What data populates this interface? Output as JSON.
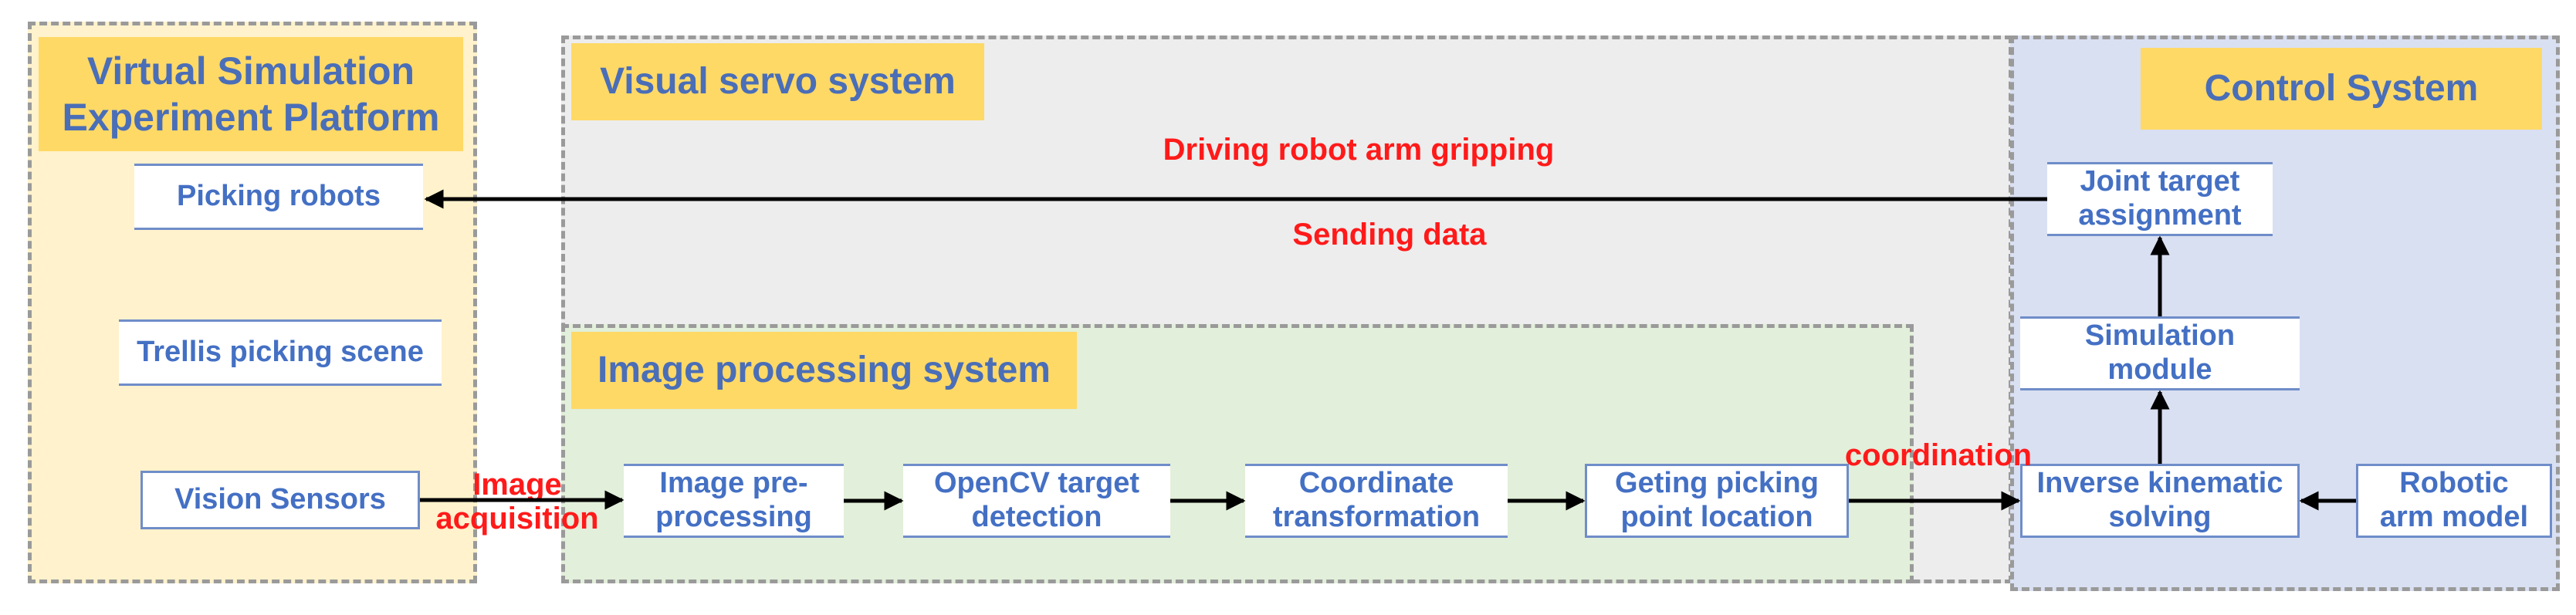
{
  "panels": {
    "virtual_platform": "Virtual  Simulation\nExperiment  Platform",
    "visual_servo": "Visual servo system",
    "image_processing": "Image processing system",
    "control": "Control  System"
  },
  "platform_items": {
    "picking_robots": "Picking robots",
    "trellis_scene": "Trellis picking scene",
    "vision_sensors": "Vision Sensors"
  },
  "pipeline": {
    "preprocessing": "Image pre-\nprocessing",
    "opencv": "OpenCV target\ndetection",
    "coordinate": "Coordinate\ntransformation",
    "picking_point": "Geting  picking\npoint location"
  },
  "control_items": {
    "joint_target": "Joint target\nassignment",
    "simulation_module": "Simulation\nmodule",
    "inverse_kinematic": "Inverse kinematic\nsolving",
    "robotic_arm_model": "Robotic\narm model"
  },
  "labels": {
    "driving": "Driving robot arm gripping",
    "sending": "Sending data",
    "image_acquisition": "Image\nacquisition",
    "coordination": "coordination"
  },
  "colors": {
    "platform_bg": "#fff2cc",
    "servo_bg": "#ededed",
    "imgproc_bg": "#e2efda",
    "control_bg": "#d9e0f2",
    "banner": "#ffd966",
    "label_red": "#ff1a1a",
    "box_text": "#4470c4"
  }
}
